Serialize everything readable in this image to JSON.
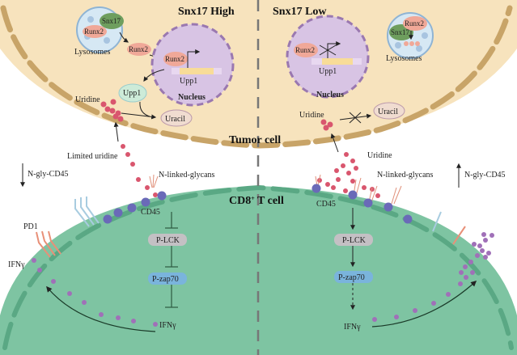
{
  "panels": {
    "left_title": "Snx17 High",
    "right_title": "Snx17 Low"
  },
  "tumor_cell": {
    "label": "Tumor cell",
    "fill": "#f7e3bd",
    "membrane": "#c8a468"
  },
  "tcell": {
    "label": "CD8",
    "label_sup": "+",
    "label_suffix": " T cell",
    "fill": "#7ec4a2",
    "membrane": "#5aa884"
  },
  "left": {
    "lysosomes": "Lysosomes",
    "snx17": "Snx17",
    "runx2_a": "Runx2",
    "runx2_b": "Runx2",
    "runx2_c": "Runx2",
    "upp1_gene": "Upp1",
    "nucleus": "Nucleus",
    "upp1_protein": "Upp1",
    "uridine": "Uridine",
    "uracil": "Uracil",
    "limited_uridine": "Limited uridine",
    "n_gly_cd45": "N-gly-CD45",
    "n_linked_glycans": "N-linked-glycans",
    "cd45": "CD45",
    "p_lck": "P-LCK",
    "p_zap70": "P-zap70",
    "pd1": "PD1",
    "ifng_out": "IFNγ",
    "ifng_in": "IFNγ"
  },
  "right": {
    "runx2_nucleus": "Runx2",
    "upp1_gene": "Upp1",
    "nucleus": "Nucleus",
    "snx17": "Snx17",
    "runx2_lyso": "Runx2",
    "lysosomes": "Lysosomes",
    "uridine_in": "Uridine",
    "uracil": "Uracil",
    "uridine_out": "Uridine",
    "n_linked_glycans": "N-linked-glycans",
    "n_gly_cd45": "N-gly-CD45",
    "cd45": "CD45",
    "p_lck": "P-LCK",
    "p_zap70": "P-zap70",
    "ifng": "IFNγ"
  },
  "colors": {
    "runx2": "#f0a898",
    "snx17": "#6e9e5e",
    "nucleus": "#d8c4e4",
    "nucleus_border": "#9a78b0",
    "lysosome": "#d6e8f4",
    "upp1": "#cdebd8",
    "uracil": "#f0dcd0",
    "uridine": "#d9566e",
    "cd45": "#6a6ab8",
    "plck": "#c4c0c4",
    "pzap70": "#7ab4dc",
    "ifng": "#a070b8",
    "pd1": "#e89078",
    "tcr": "#a8cce0"
  }
}
